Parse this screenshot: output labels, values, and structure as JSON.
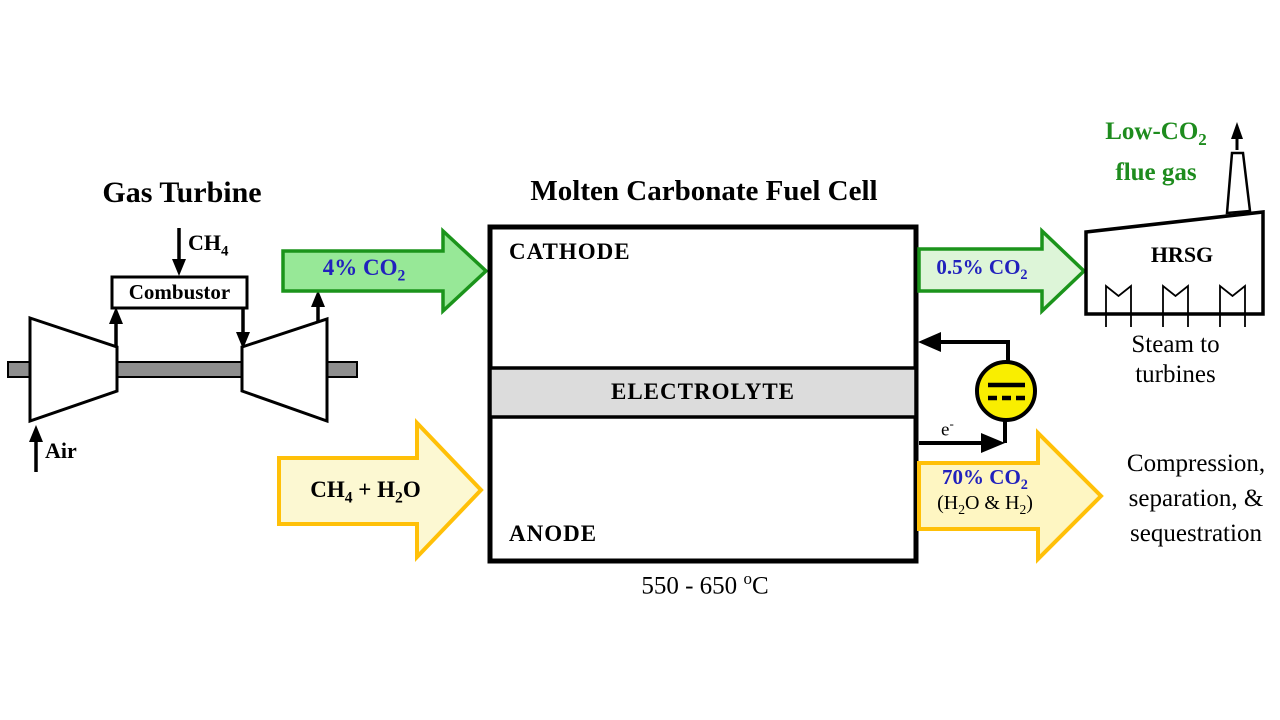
{
  "gas_turbine": {
    "title": "Gas Turbine",
    "ch4_input": "CH~4~",
    "combustor": "Combustor",
    "air_input": "Air"
  },
  "fuel_cell": {
    "title": "Molten Carbonate Fuel Cell",
    "cathode": "CATHODE",
    "electrolyte": "ELECTROLYTE",
    "anode": "ANODE",
    "temperature_range": "550 - 650 ^o^C"
  },
  "streams": {
    "turbine_to_cell": "4% CO~2~",
    "fuel_feed": "CH~4~ + H~2~O",
    "cell_to_hrsg": "0.5% CO~2~",
    "anode_exhaust": "70% CO~2~",
    "anode_exhaust_note": "(H~2~O & H~2~)",
    "electron_flow": "e^-^"
  },
  "hrsg": {
    "flue_gas_line1": "Low-CO~2~",
    "flue_gas_line2": "flue gas",
    "label": "HRSG",
    "steam_line1": "Steam to",
    "steam_line2": "turbines"
  },
  "sequestration": {
    "line1": "Compression,",
    "line2": "separation, &",
    "line3": "sequestration"
  },
  "colors": {
    "blue_text": "#2121BD",
    "green_text": "#1E8C1E",
    "arrow_green_border": "#1B941B",
    "arrow_green_fill": "#97E897",
    "arrow_pale_green_fill": "#DDF5D8",
    "arrow_gold_border": "#FFC008",
    "arrow_cream_fill": "#FCF8D2",
    "arrow_pale_yellow_fill": "#FEF6C2",
    "electrolyte_gray": "#DCDCDC",
    "shaft_gray": "#8E8E8E",
    "dc_symbol_yellow": "#F9EE00"
  }
}
